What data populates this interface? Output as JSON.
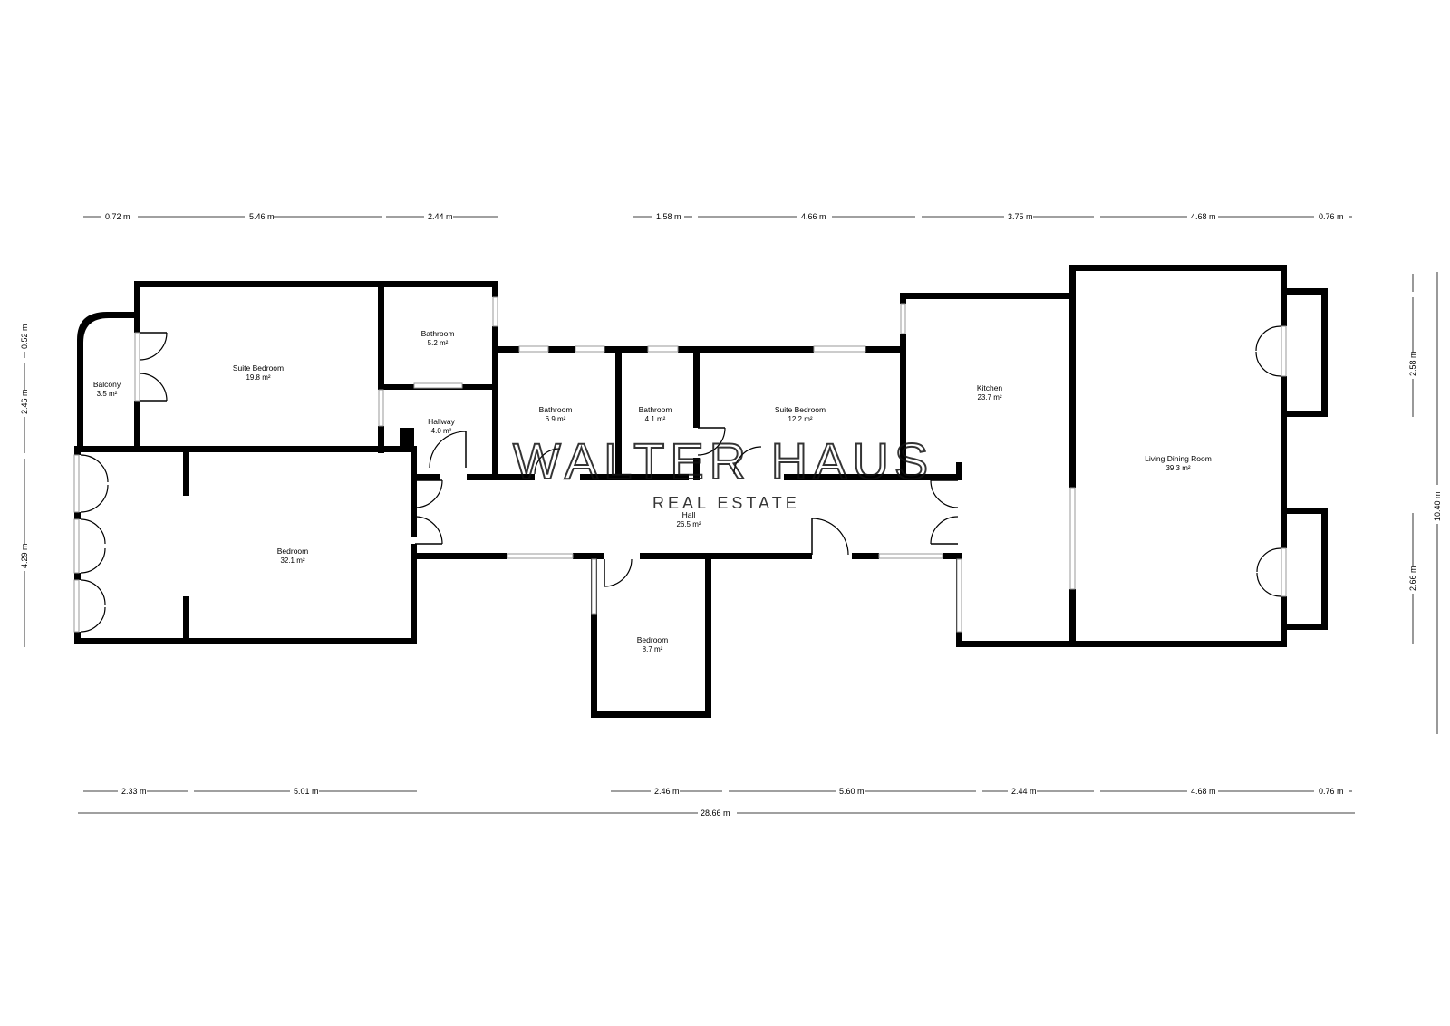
{
  "rooms": [
    {
      "key": "balcony",
      "name": "Balcony",
      "area": "3.5 m²"
    },
    {
      "key": "suite_bedroom_1",
      "name": "Suite Bedroom",
      "area": "19.8 m²"
    },
    {
      "key": "bathroom_1",
      "name": "Bathroom",
      "area": "5.2 m²"
    },
    {
      "key": "hallway",
      "name": "Hallway",
      "area": "4.0 m²"
    },
    {
      "key": "bathroom_2",
      "name": "Bathroom",
      "area": "6.9 m²"
    },
    {
      "key": "bathroom_3",
      "name": "Bathroom",
      "area": "4.1 m²"
    },
    {
      "key": "suite_bedroom_2",
      "name": "Suite Bedroom",
      "area": "12.2 m²"
    },
    {
      "key": "kitchen",
      "name": "Kitchen",
      "area": "23.7 m²"
    },
    {
      "key": "living_dining",
      "name": "Living Dining Room",
      "area": "39.3 m²"
    },
    {
      "key": "bedroom_1",
      "name": "Bedroom",
      "area": "32.1 m²"
    },
    {
      "key": "hall",
      "name": "Hall",
      "area": "26.5 m²"
    },
    {
      "key": "bedroom_2",
      "name": "Bedroom",
      "area": "8.7 m²"
    }
  ],
  "dimensions": {
    "top": [
      "0.72 m",
      "5.46 m",
      "2.44 m",
      "1.58 m",
      "4.66 m",
      "3.75 m",
      "4.68 m",
      "0.76 m"
    ],
    "bottom": [
      "2.33 m",
      "5.01 m",
      "2.46 m",
      "5.60 m",
      "2.44 m",
      "4.68 m",
      "0.76 m"
    ],
    "total_width": "28.66 m",
    "left": [
      "0.52 m",
      "2.46 m",
      "4.29 m"
    ],
    "right": [
      "2.58 m",
      "2.66 m"
    ],
    "total_height": "10.40 m"
  },
  "watermark": {
    "brand": "WALTER HAUS",
    "tagline": "REAL ESTATE"
  }
}
